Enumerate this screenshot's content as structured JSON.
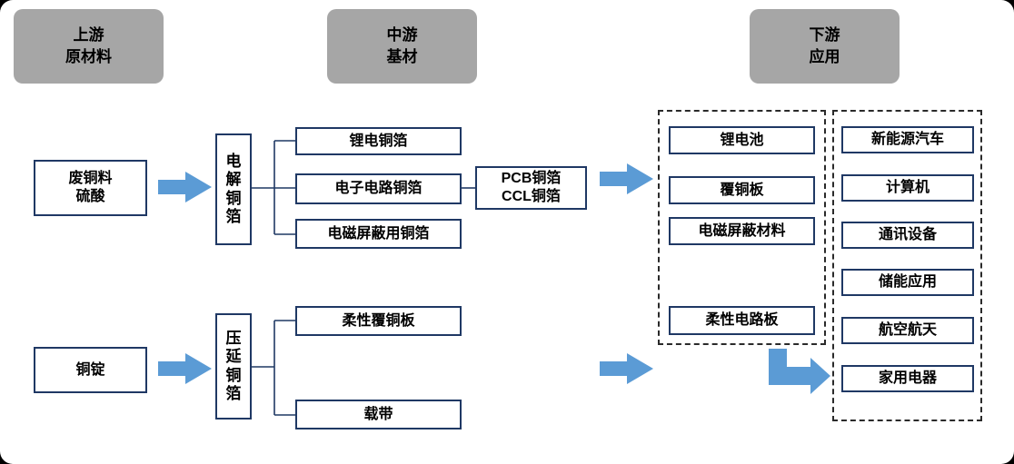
{
  "headers": {
    "upstream": "上游\n原材料",
    "midstream": "中游\n基材",
    "downstream": "下游\n应用"
  },
  "upstream": {
    "raw_scrap": "废铜料\n硫酸",
    "raw_ingot": "铜锭"
  },
  "midstream": {
    "electrolytic": "电解铜箔",
    "rolled": "压延铜箔",
    "electrolytic_products": [
      "锂电铜箔",
      "电子电路铜箔",
      "电磁屏蔽用铜箔"
    ],
    "pcb_ccl": "PCB铜箔\nCCL铜箔",
    "rolled_products": [
      "柔性覆铜板",
      "载带"
    ]
  },
  "downstream": {
    "materials": [
      "锂电池",
      "覆铜板",
      "电磁屏蔽材料",
      "柔性电路板"
    ],
    "applications": [
      "新能源汽车",
      "计算机",
      "通讯设备",
      "储能应用",
      "航空航天",
      "家用电器"
    ]
  },
  "colors": {
    "arrow": "#5b9bd5",
    "box_border": "#1f3864",
    "connector": "#1f3864",
    "header_bg": "#a6a6a6",
    "dashed_border": "#2a2a2a",
    "text": "#000000",
    "background": "#ffffff"
  }
}
